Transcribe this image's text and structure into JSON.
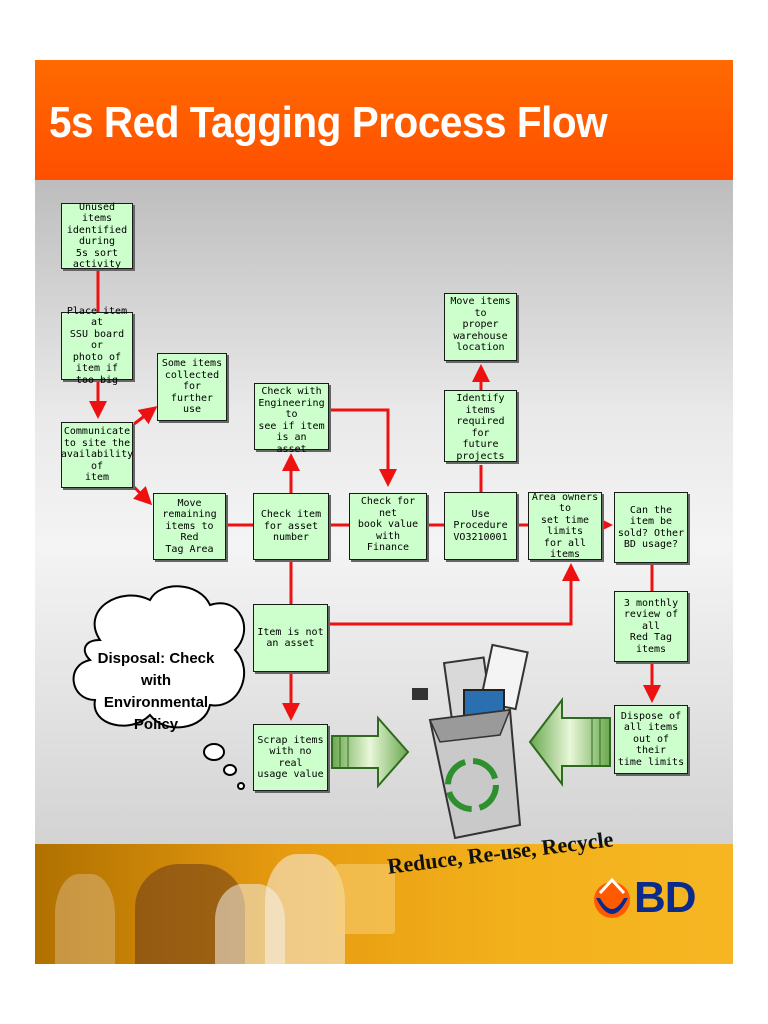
{
  "title": "5s Red Tagging Process Flow",
  "boxes": {
    "unused": "Unused items\nidentified during\n5s sort activity",
    "place": "Place item at\nSSU board or\nphoto of item if\ntoo big",
    "some_items": "Some items\ncollected for\nfurther use",
    "communicate": "Communicate\nto site the\navailability of\nitem",
    "move_remaining": "Move remaining\nitems to Red\nTag Area",
    "check_eng": "Check with\nEngineering to\nsee if item is an\nasset",
    "check_asset": "Check item\nfor asset\nnumber",
    "check_net": "Check for net\nbook value\nwith Finance",
    "move_wh": "Move items to\nproper\nwarehouse\nlocation",
    "identify": "Identify\nitems\nrequired for\nfuture\nprojects",
    "use_proc": "Use Procedure\nVO3210001",
    "area_owners": "Area owners to\nset time limits\nfor all items",
    "can_sold": "Can the\nitem be\nsold? Other\nBD usage?",
    "not_asset": "Item is not\nan asset",
    "monthly": "3 monthly\nreview of all\nRed Tag\nitems",
    "scrap": "Scrap items\nwith no real\nusage value",
    "dispose": "Dispose of\nall items\nout of their\ntime limits"
  },
  "cloud": "Disposal: Check with Environmental Policy",
  "tagline": "Reduce, Re-use, Recycle",
  "logo_text": "BD",
  "colors": {
    "title_bar": "#ff5a00",
    "box_fill": "#ccffcc",
    "arrow": "#ee1111",
    "footer": "#f0a818",
    "logo": "#0a2a8c"
  }
}
